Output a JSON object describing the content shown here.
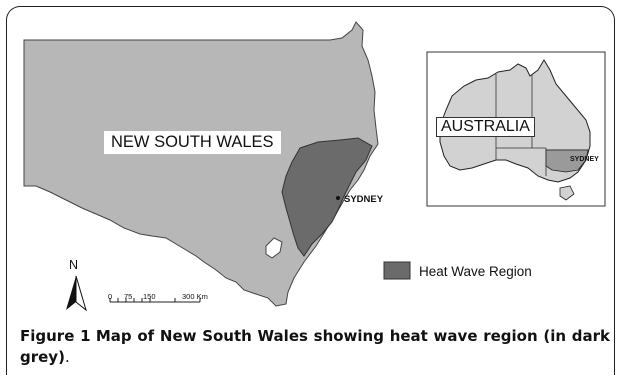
{
  "map": {
    "state_label": "NEW SOUTH WALES",
    "city_label": "SYDNEY",
    "inset": {
      "country_label": "AUSTRALIA",
      "city_label": "SYDNEY"
    },
    "legend": {
      "label": "Heat Wave Region",
      "color": "#6b6b6b"
    },
    "north_arrow": "N",
    "scale_bar": {
      "ticks": [
        "0",
        "75",
        "150",
        "300 Km"
      ]
    },
    "colors": {
      "state_fill": "#b7b7b7",
      "region_fill": "#6b6b6b",
      "inset_land": "#d2d2d2"
    }
  },
  "caption": {
    "label": "Figure 1",
    "text": "Map of New South Wales showing heat wave region (in dark grey)",
    "end": "."
  }
}
